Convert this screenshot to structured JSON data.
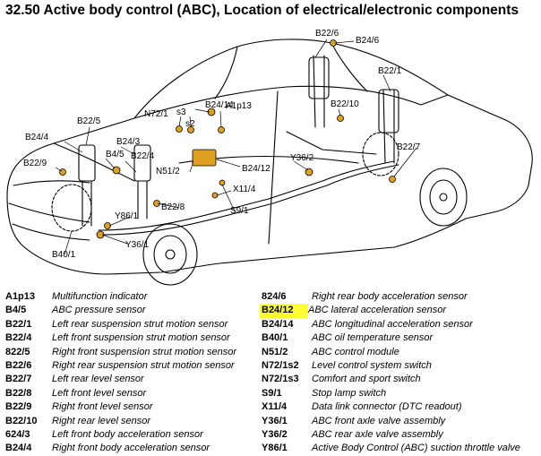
{
  "title": "32.50 Active body control (ABC), Location of electrical/electronic components",
  "colors": {
    "highlight": "#ffff33",
    "component": "#e0a020",
    "line": "#000000"
  },
  "callouts": [
    "B22/6",
    "B24/6",
    "B22/1",
    "B24/14",
    "N72/1",
    "s3",
    "s2",
    "A1p13",
    "B22/5",
    "B22/10",
    "B24/4",
    "B24/3",
    "B22/7",
    "B22/9",
    "B4/5",
    "B22/4",
    "N51/2",
    "B24/12",
    "Y36/2",
    "X11/4",
    "B22/8",
    "S9/1",
    "Y86/1",
    "Y36/1",
    "B40/1"
  ],
  "legend_left": [
    {
      "code": "A1p13",
      "desc": "Multifunction indicator"
    },
    {
      "code": "B4/5",
      "desc": "ABC pressure sensor"
    },
    {
      "code": "B22/1",
      "desc": "Left rear suspension strut motion sensor"
    },
    {
      "code": "B22/4",
      "desc": "Left front suspension strut motion sensor"
    },
    {
      "code": "822/5",
      "desc": "Right front suspension strut motion sensor"
    },
    {
      "code": "B22/6",
      "desc": "Right rear suspension strut motion sensor"
    },
    {
      "code": "B22/7",
      "desc": "Left rear level sensor"
    },
    {
      "code": "B22/8",
      "desc": "Left front level sensor"
    },
    {
      "code": "B22/9",
      "desc": "Right front level sensor"
    },
    {
      "code": "B22/10",
      "desc": "Right rear level sensor"
    },
    {
      "code": "624/3",
      "desc": "Left front body acceleration sensor"
    },
    {
      "code": "B24/4",
      "desc": "Right front body acceleration sensor"
    }
  ],
  "legend_right": [
    {
      "code": "824/6",
      "desc": "Right rear body acceleration sensor",
      "highlight": false
    },
    {
      "code": "B24/12",
      "desc": "ABC lateral acceleration sensor",
      "highlight": true
    },
    {
      "code": "B24/14",
      "desc": "ABC longitudinal acceleration sensor",
      "highlight": false
    },
    {
      "code": "B40/1",
      "desc": "ABC oil temperature sensor",
      "highlight": false
    },
    {
      "code": "N51/2",
      "desc": "ABC control module",
      "highlight": false
    },
    {
      "code": "N72/1s2",
      "desc": "Level control system switch",
      "highlight": false
    },
    {
      "code": "N72/1s3",
      "desc": "Comfort and sport switch",
      "highlight": false
    },
    {
      "code": "S9/1",
      "desc": "Stop lamp switch",
      "highlight": false
    },
    {
      "code": "X11/4",
      "desc": "Data link connector (DTC readout)",
      "highlight": false
    },
    {
      "code": "Y36/1",
      "desc": "ABC front axle valve assembly",
      "highlight": false
    },
    {
      "code": "Y36/2",
      "desc": "ABC rear axle valve assembly",
      "highlight": false
    },
    {
      "code": "Y86/1",
      "desc": "Active Body Control (ABC) suction throttle valve",
      "highlight": false
    }
  ]
}
